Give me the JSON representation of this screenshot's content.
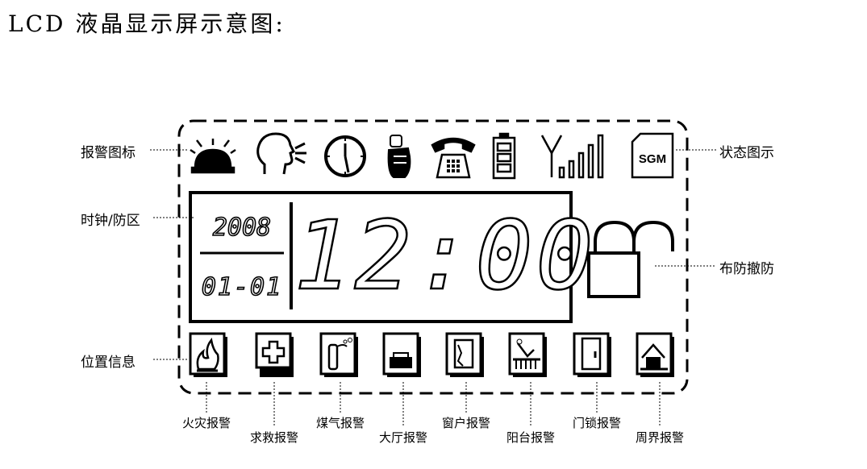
{
  "title": "LCD 液晶显示屏示意图:",
  "callouts": {
    "alarm_icons": "报警图标",
    "status_icons": "状态图示",
    "clock_zone": "时钟/防区",
    "arm_disarm": "布防撤防",
    "location_info": "位置信息"
  },
  "top_icons": [
    "bell-icon",
    "voice-icon",
    "clock-icon",
    "hand-icon",
    "telephone-icon",
    "battery-icon",
    "signal-icon",
    "sim-card-icon"
  ],
  "sim_text": "SGM",
  "display": {
    "year": "2008",
    "date": "01-01",
    "time": "12:00"
  },
  "lock_state": "unlocked",
  "location_alarms": [
    {
      "icon": "fire-icon",
      "label": "火灾报警"
    },
    {
      "icon": "rescue-cross-icon",
      "label": "求救报警"
    },
    {
      "icon": "gas-icon",
      "label": "煤气报警"
    },
    {
      "icon": "hall-icon",
      "label": "大厅报警"
    },
    {
      "icon": "window-icon",
      "label": "窗户报警"
    },
    {
      "icon": "balcony-icon",
      "label": "阳台报警"
    },
    {
      "icon": "door-lock-icon",
      "label": "门锁报警"
    },
    {
      "icon": "perimeter-icon",
      "label": "周界报警"
    }
  ]
}
